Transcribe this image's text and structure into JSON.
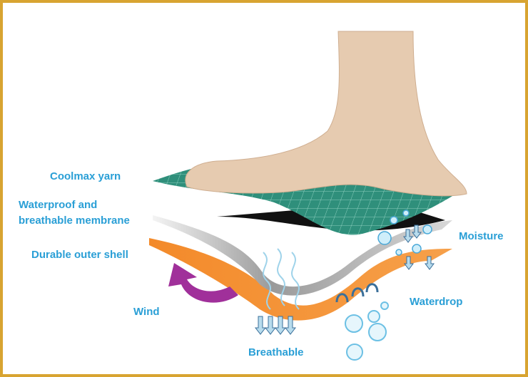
{
  "labels": {
    "coolmax": "Coolmax yarn",
    "membrane_line1": "Waterproof and",
    "membrane_line2": "breathable membrane",
    "outer_shell": "Durable outer shell",
    "wind": "Wind",
    "breathable": "Breathable",
    "moisture": "Moisture",
    "waterdrop": "Waterdrop"
  },
  "colors": {
    "border": "#d8a431",
    "label": "#2a9fd6",
    "coolmax_layer": "#2e8f7a",
    "membrane_layer": "#9a9a9a",
    "outer_layer": "#f08a2c",
    "wind_arrow": "#a0309a",
    "skin": "#e6cbb0"
  }
}
